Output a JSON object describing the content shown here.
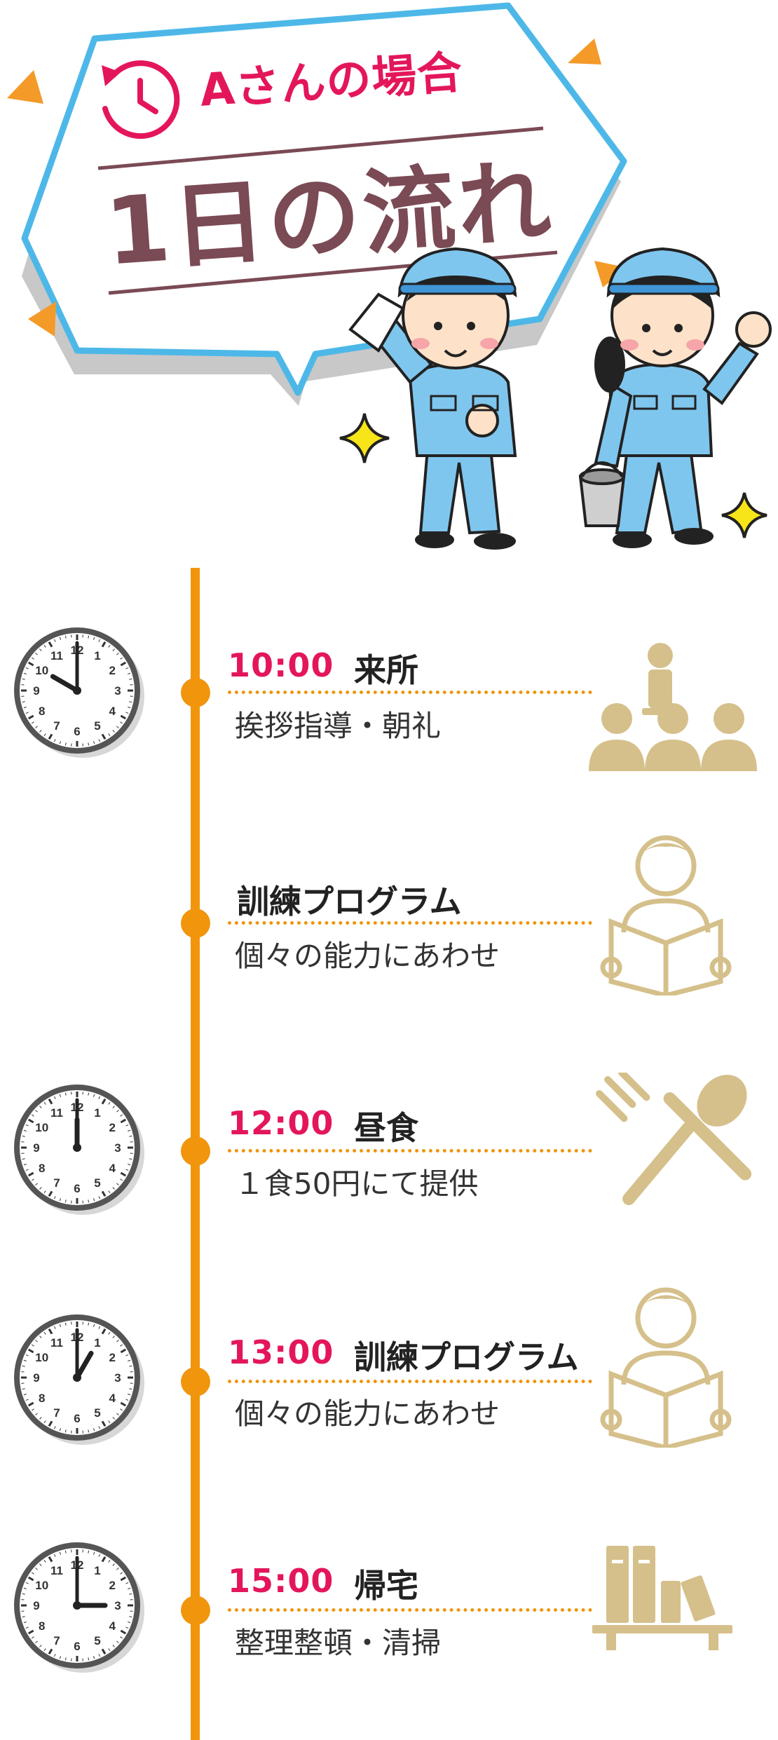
{
  "header": {
    "subtitle": "Aさんの場合",
    "title": "1日の流れ"
  },
  "colors": {
    "accent_pink": "#e4165a",
    "title_brown": "#7a4a55",
    "timeline_orange": "#f0950c",
    "icon_beige": "#d5c08b",
    "bubble_blue": "#4db8e8"
  },
  "schedule": [
    {
      "time": "10:00",
      "label": "来所",
      "desc": "挨拶指導・朝礼",
      "clock_hour": 10,
      "icon": "meeting-icon"
    },
    {
      "time": "",
      "label": "訓練プログラム",
      "desc": "個々の能力にあわせ",
      "icon": "reading-person-icon"
    },
    {
      "time": "12:00",
      "label": "昼食",
      "desc": "１食50円にて提供",
      "clock_hour": 12,
      "icon": "fork-spoon-icon"
    },
    {
      "time": "13:00",
      "label": "訓練プログラム",
      "desc": "個々の能力にあわせ",
      "clock_hour": 13,
      "icon": "reading-person-icon"
    },
    {
      "time": "15:00",
      "label": "帰宅",
      "desc": "整理整頓・清掃",
      "clock_hour": 15,
      "icon": "bookshelf-icon"
    }
  ]
}
